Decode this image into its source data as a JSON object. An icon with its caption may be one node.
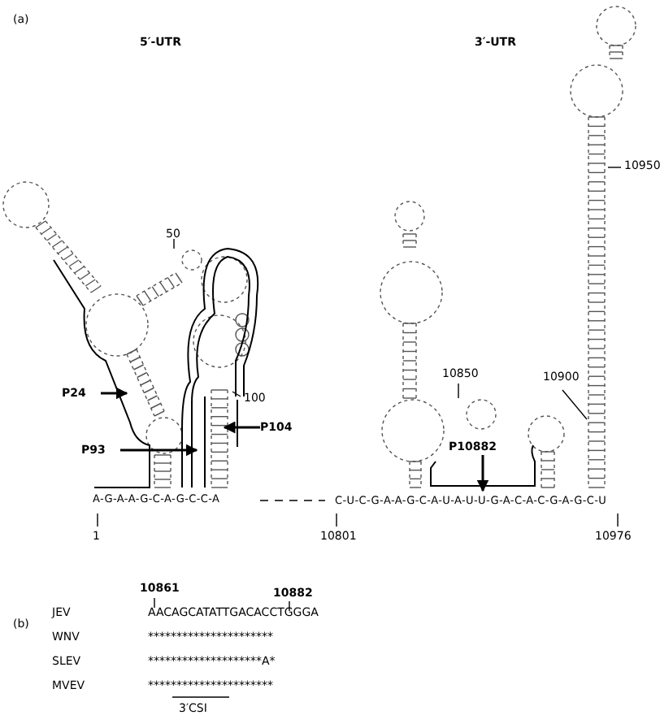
{
  "diagram": {
    "nodes": [
      {
        "text": [
          "P24"
        ]
      },
      {
        "text": [
          "P93"
        ]
      },
      {
        "text": [
          "P104"
        ]
      },
      {
        "text": [
          "P10882"
        ]
      },
      {
        "text": [
          "C-U-C-G-A-A-G-C-A-U-A-U-U-G-A-C-A-C-G-A-G-C-U"
        ]
      }
    ],
    "edges": [
      {
        "from": 0,
        "to": null,
        "arrow": "to"
      },
      {
        "from": 1,
        "to": null,
        "arrow": "to"
      },
      {
        "from": 2,
        "to": null,
        "arrow": "to"
      },
      {
        "from": 3,
        "to": 4,
        "arrow": "to"
      }
    ],
    "labels": [
      "(a)",
      "5′-UTR",
      "3′-UTR",
      "50",
      "100",
      "10850",
      "10900",
      "10950",
      "A-G-A-A-G-C-A-G-C-C-A",
      "1",
      "10801",
      "10976",
      "(b)",
      "10861",
      "10882",
      "JEV",
      "AACAGCATATTGACACCTGGGA",
      "WNV",
      "**********************",
      "SLEV",
      "********************A*",
      "MVEV",
      "**********************",
      "3′CSI"
    ]
  }
}
